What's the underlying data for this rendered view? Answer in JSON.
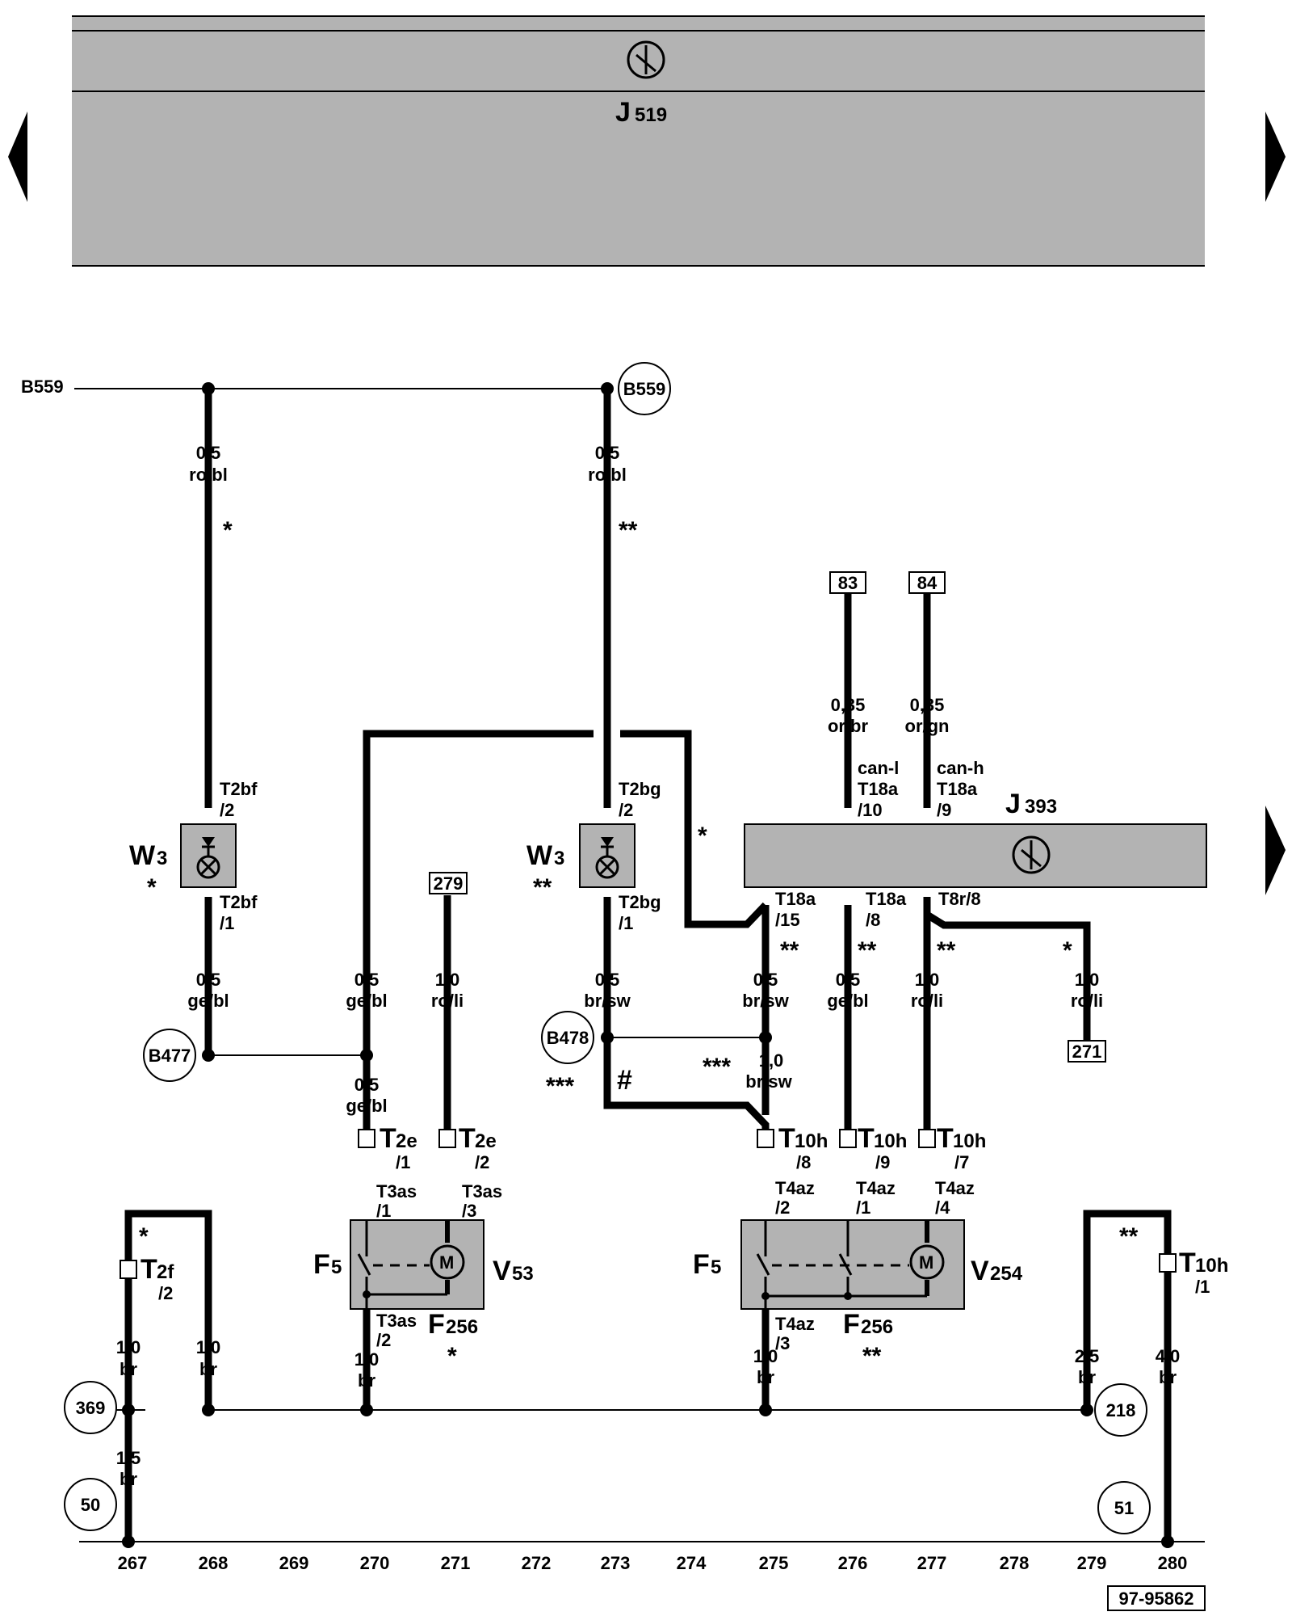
{
  "top_unit": {
    "name": "J",
    "sub": "519"
  },
  "units": {
    "j393_name": "J",
    "j393_sub": "393"
  },
  "components": {
    "w3a": {
      "name": "W",
      "sub": "3",
      "mark": "*"
    },
    "w3b": {
      "name": "W",
      "sub": "3",
      "mark": "**"
    },
    "f5a": {
      "name": "F",
      "sub": "5"
    },
    "f5b": {
      "name": "F",
      "sub": "5"
    },
    "v53": {
      "name": "V",
      "sub": "53"
    },
    "v254": {
      "name": "V",
      "sub": "254"
    },
    "f256a": {
      "name": "F",
      "sub": "256",
      "mark": "*"
    },
    "f256b": {
      "name": "F",
      "sub": "256",
      "mark": "**"
    },
    "motor_a": "M",
    "motor_b": "M"
  },
  "bus_label": "B559",
  "points": {
    "b559": "B559",
    "b477": "B477",
    "b478": "B478",
    "p369": "369",
    "p218": "218",
    "p50": "50",
    "p51": "51"
  },
  "refs": {
    "r83": "83",
    "r84": "84",
    "r279": "279",
    "r271": "271"
  },
  "wires": {
    "w1": [
      "0,5",
      "ro/bl"
    ],
    "w2": [
      "0,5",
      "ro/bl"
    ],
    "w3": [
      "0,35",
      "or/br"
    ],
    "w4": [
      "0,35",
      "or/gn"
    ],
    "w5": [
      "0,5",
      "ge/bl"
    ],
    "w6": [
      "0,5",
      "ge/bl"
    ],
    "w7": [
      "1,0",
      "ro/li"
    ],
    "w8": [
      "0,5",
      "br/sw"
    ],
    "w9": [
      "0,5",
      "br/sw"
    ],
    "w10": [
      "0,5",
      "ge/bl"
    ],
    "w11": [
      "1,0",
      "ro/li"
    ],
    "w12": [
      "1,0",
      "ro/li"
    ],
    "w13": [
      "0,5",
      "ge/bl"
    ],
    "w14": [
      "1,0",
      "br/sw"
    ],
    "w15": [
      "1,0",
      "br"
    ],
    "w16": [
      "1,0",
      "br"
    ],
    "w17": [
      "1,0",
      "br"
    ],
    "w18": [
      "1,0",
      "br"
    ],
    "w19": [
      "2,5",
      "br"
    ],
    "w20": [
      "4,0",
      "br"
    ],
    "w21": [
      "1,5",
      "br"
    ]
  },
  "connectors": {
    "c1": [
      "T2bf",
      "/2"
    ],
    "c2": [
      "T2bf",
      "/1"
    ],
    "c3": [
      "T2bg",
      "/2"
    ],
    "c4": [
      "T2bg",
      "/1"
    ],
    "c5": [
      "can-l",
      "T18a",
      "/10"
    ],
    "c6": [
      "can-h",
      "T18a",
      "/9"
    ],
    "c7": [
      "T18a",
      "/15"
    ],
    "c8": [
      "T18a",
      "/8"
    ],
    "c9": "T8r/8",
    "c10": [
      "T3as",
      "/1"
    ],
    "c11": [
      "T3as",
      "/3"
    ],
    "c12": [
      "T3as",
      "/2"
    ],
    "c13": [
      "T4az",
      "/2"
    ],
    "c14": [
      "T4az",
      "/1"
    ],
    "c15": [
      "T4az",
      "/4"
    ],
    "c16": [
      "T4az",
      "/3"
    ],
    "big": {
      "t2e1": [
        "T",
        "2e",
        "/1"
      ],
      "t2e2": [
        "T",
        "2e",
        "/2"
      ],
      "t10h8": [
        "T",
        "10h",
        "/8"
      ],
      "t10h9": [
        "T",
        "10h",
        "/9"
      ],
      "t10h7": [
        "T",
        "10h",
        "/7"
      ],
      "t10h1": [
        "T",
        "10h",
        "/1"
      ],
      "t2f2": [
        "T",
        "2f",
        "/2"
      ]
    }
  },
  "marks": {
    "m1": "*",
    "m2": "**",
    "m3": "*",
    "m4": "**",
    "m5": "**",
    "m6": "**",
    "m7": "*",
    "m8": "***",
    "m9": "***",
    "m10": "#",
    "m11": "*",
    "m12": "**"
  },
  "grid_numbers": [
    "267",
    "268",
    "269",
    "270",
    "271",
    "272",
    "273",
    "274",
    "275",
    "276",
    "277",
    "278",
    "279",
    "280"
  ],
  "doc_number": "97-95862"
}
